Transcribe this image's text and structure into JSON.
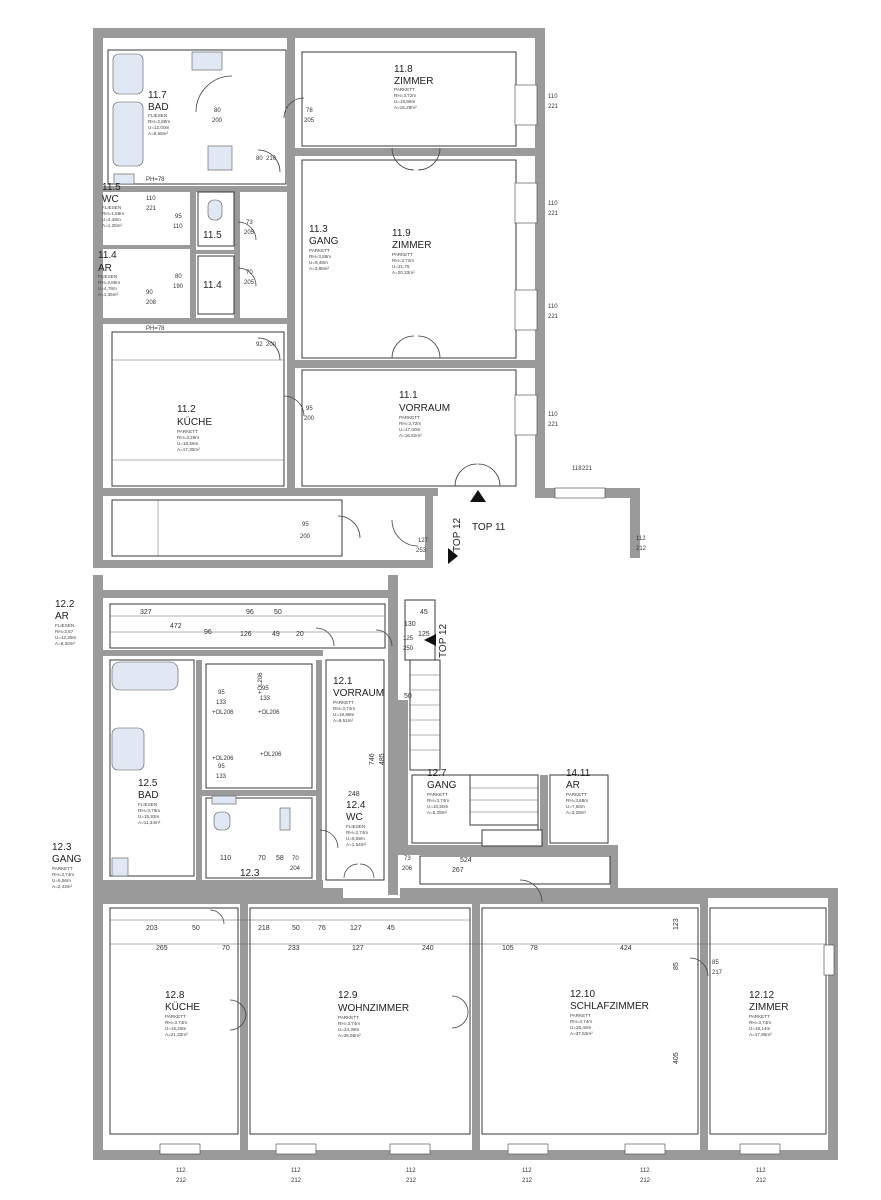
{
  "rooms": [
    {
      "id": "11.7",
      "name": "BAD",
      "floor": "FLIESEN",
      "rh": "RH=2,88m",
      "u": "U=12,00m",
      "a": "A=8,66m²"
    },
    {
      "id": "11.8",
      "name": "ZIMMER",
      "floor": "PARKETT",
      "rh": "RH=3,72m",
      "u": "U=15,86m",
      "a": "A=15,28m²"
    },
    {
      "id": "11.5",
      "name": "WC",
      "floor": "FLIESEN",
      "rh": "RH=1,58m",
      "u": "U=4,48m",
      "a": "A=1,25m²"
    },
    {
      "id": "11.4",
      "name": "AR",
      "floor": "FLIESEN",
      "rh": "RH=3,85m",
      "u": "U=4,78m",
      "a": "A=1,35m²"
    },
    {
      "id": "11.3",
      "name": "GANG",
      "floor": "PARKETT",
      "rh": "RH=3,88m",
      "u": "U=9,48m",
      "a": "A=3,85m²"
    },
    {
      "id": "11.9",
      "name": "ZIMMER",
      "floor": "PARKETT",
      "rh": "RH=3,72m",
      "u": "U=21,75",
      "a": "A=20,33m²"
    },
    {
      "id": "11.2",
      "name": "KÜCHE",
      "floor": "PARKETT",
      "rh": "RH=3,29m",
      "u": "U=18,56m",
      "a": "A=17,30m²"
    },
    {
      "id": "11.1",
      "name": "VORRAUM",
      "floor": "PARKETT",
      "rh": "RH=3,72m",
      "u": "U=17,00m",
      "a": "A=16,62m²"
    },
    {
      "id": "12.2",
      "name": "AR",
      "floor": "FLIESEN",
      "rh": "RH=3,67",
      "u": "U=12,28m",
      "a": "A=6,30m²"
    },
    {
      "id": "12.1",
      "name": "VORRAUM",
      "floor": "PARKETT",
      "rh": "RH=3,74m",
      "u": "U=19,88m",
      "a": "A=9,51m²"
    },
    {
      "id": "12.5",
      "name": "BAD",
      "floor": "FLIESEN",
      "rh": "RH=3,76m",
      "u": "U=15,93m",
      "a": "A=11,34m²"
    },
    {
      "id": "12.4",
      "name": "WC",
      "floor": "FLIESEN",
      "rh": "RH=3,74m",
      "u": "U=5,59m",
      "a": "A=1,54m²"
    },
    {
      "id": "12.3",
      "name": "GANG",
      "floor": "PARKETT",
      "rh": "RH=3,74m",
      "u": "U=6,56m",
      "a": "A=2,43m²"
    },
    {
      "id": "12.7",
      "name": "GANG",
      "floor": "PARKETT",
      "rh": "RH=3,74m",
      "u": "U=10,50m",
      "a": "A=5,28m²"
    },
    {
      "id": "14.11",
      "name": "AR",
      "floor": "PARKETT",
      "rh": "RH=3,68m",
      "u": "U=7,60m",
      "a": "A=3,29m²"
    },
    {
      "id": "12.8",
      "name": "KÜCHE",
      "floor": "PARKETT",
      "rh": "RH=3,74m",
      "u": "U=15,29m",
      "a": "A=21,33m²"
    },
    {
      "id": "12.9",
      "name": "WOHNZIMMER",
      "floor": "PARKETT",
      "rh": "RH=3,74m",
      "u": "U=24,39m",
      "a": "A=35,56m²"
    },
    {
      "id": "12.10",
      "name": "SCHLAFZIMMER",
      "floor": "PARKETT",
      "rh": "RH=3,74m",
      "u": "U=26,40m",
      "a": "A=37,63m²"
    },
    {
      "id": "12.12",
      "name": "ZIMMER",
      "floor": "PARKETT",
      "rh": "RH=3,74m",
      "u": "U=18,14m",
      "a": "A=17,96m²"
    }
  ],
  "small_rooms": [
    "11.5",
    "11.4",
    "12.3"
  ],
  "entrances": [
    "TOP 11",
    "TOP 12",
    "TOP 12"
  ],
  "parapets": [
    "PH=78",
    "PH=78"
  ],
  "doors": [
    {
      "w": "80",
      "h": "200"
    },
    {
      "w": "78",
      "h": "205"
    },
    {
      "w": "80",
      "h": "210"
    },
    {
      "w": "73",
      "h": "205"
    },
    {
      "w": "70",
      "h": "205"
    },
    {
      "w": "92",
      "h": "200"
    },
    {
      "w": "95",
      "h": "200"
    },
    {
      "w": "95",
      "h": "200"
    },
    {
      "w": "127",
      "h": "253"
    },
    {
      "w": "125",
      "h": "250"
    },
    {
      "w": "73",
      "h": "206"
    },
    {
      "w": "70",
      "h": "204"
    },
    {
      "w": "95",
      "h": "110"
    },
    {
      "w": "80",
      "h": "190"
    },
    {
      "w": "110",
      "h": "221"
    },
    {
      "w": "90",
      "h": "208"
    }
  ],
  "windows": [
    {
      "w": "110",
      "h": "221"
    },
    {
      "w": "110",
      "h": "221"
    },
    {
      "w": "110",
      "h": "221"
    },
    {
      "w": "110",
      "h": "221"
    },
    {
      "w": "118",
      "h": "221"
    },
    {
      "w": "85",
      "h": "217"
    },
    {
      "w": "112",
      "h": "212"
    },
    {
      "w": "112",
      "h": "212"
    },
    {
      "w": "112",
      "h": "212"
    },
    {
      "w": "112",
      "h": "212"
    },
    {
      "w": "112",
      "h": "212"
    },
    {
      "w": "112",
      "h": "212"
    },
    {
      "w": "112",
      "h": "212"
    }
  ],
  "dimensions": [
    "327",
    "96",
    "50",
    "472",
    "96",
    "126",
    "49",
    "20",
    "45",
    "130",
    "125",
    "50",
    "203",
    "50",
    "218",
    "50",
    "76",
    "127",
    "45",
    "265",
    "70",
    "233",
    "127",
    "240",
    "105",
    "78",
    "424",
    "248",
    "524",
    "267",
    "110",
    "70",
    "58",
    "746",
    "485",
    "405",
    "123",
    "85",
    "95",
    "133",
    "+OL206",
    "+OL206",
    "+OL206",
    "+OL206",
    "+OL206",
    "95",
    "133",
    "95",
    "133"
  ],
  "colors": {
    "wall": "#9a9a9a",
    "line": "#3a3a3a",
    "fixture": "#dfe8f3",
    "text": "#222222"
  }
}
